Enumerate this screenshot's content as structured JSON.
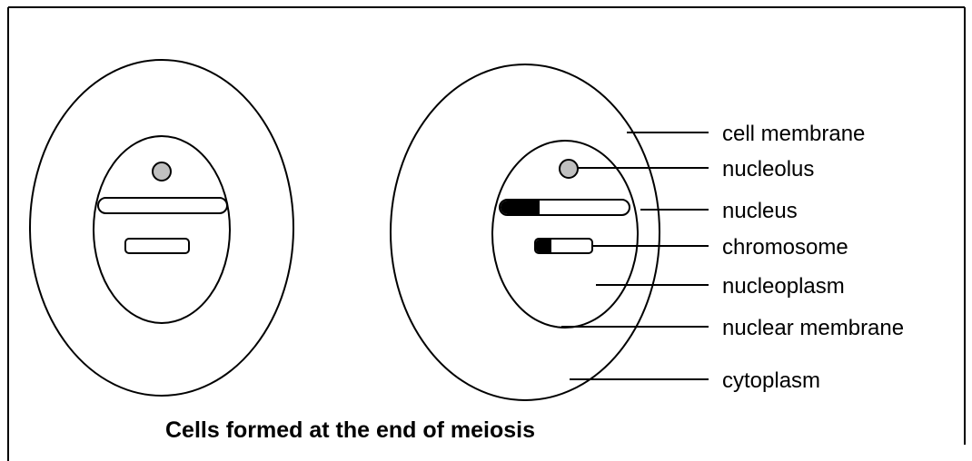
{
  "caption": "Cells formed at the end of meiosis",
  "labels": {
    "cell_membrane": "cell membrane",
    "nucleolus": "nucleolus",
    "nucleus": "nucleus",
    "chromosome": "chromosome",
    "nucleoplasm": "nucleoplasm",
    "nuclear_membrane": "nuclear membrane",
    "cytoplasm": "cytoplasm"
  },
  "colors": {
    "outline": "#000000",
    "nucleolus_fill": "#c0c0c0",
    "chromosome_dark": "#000000",
    "chromosome_light": "#ffffff",
    "background": "#ffffff"
  }
}
